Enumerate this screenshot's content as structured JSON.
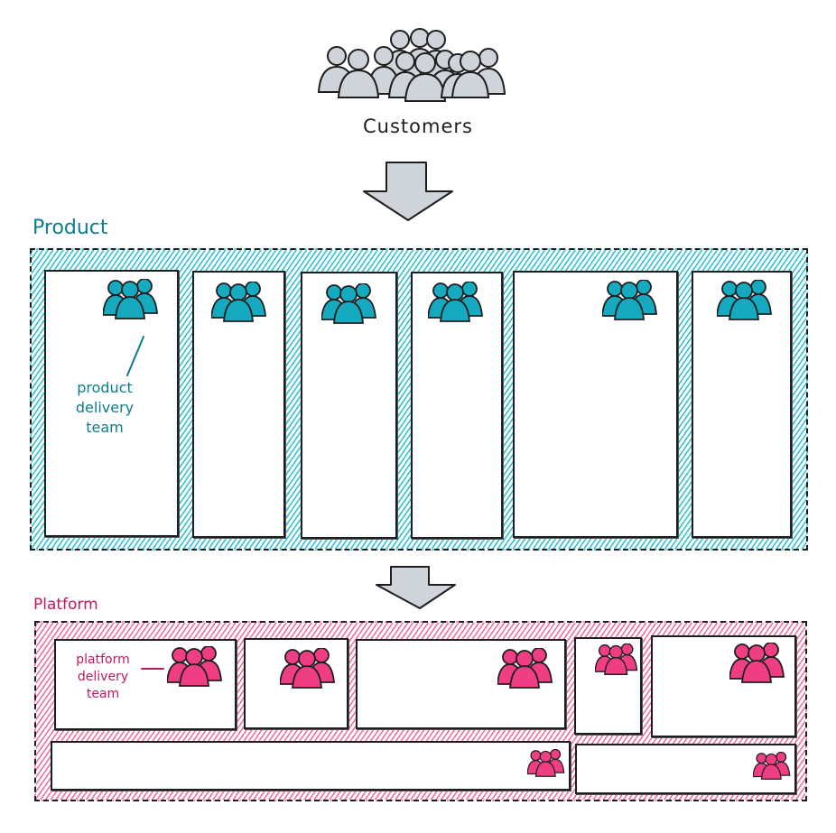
{
  "customers": {
    "label": "Customers",
    "icon": "crowd-icon",
    "color": "#ced4da"
  },
  "arrows": {
    "icon": "arrow-down-icon",
    "color": "#ced4da"
  },
  "product": {
    "title": "Product",
    "color": "#0c7d8a",
    "fill": "#15aabf",
    "hatch": "#33c3d6",
    "teams_count": 6,
    "annotation": [
      "product",
      "delivery",
      "team"
    ]
  },
  "platform": {
    "title": "Platform",
    "color": "#c2185b",
    "fill": "#f03e84",
    "hatch": "#f4719d",
    "teams_count": 7,
    "annotation": [
      "platform",
      "delivery",
      "team"
    ]
  }
}
